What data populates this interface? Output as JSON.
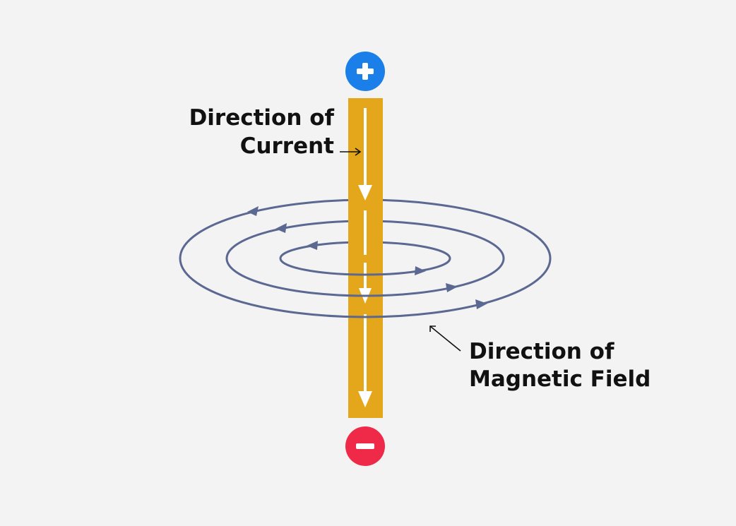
{
  "labels": {
    "current_line1": "Direction of",
    "current_line2": "Current",
    "field_line1": "Direction of",
    "field_line2": "Magnetic Field"
  },
  "terminals": {
    "positive": "+",
    "negative": "−"
  },
  "colors": {
    "background": "#f3f3f3",
    "wire": "#e4a71b",
    "field_lines": "#5b6891",
    "positive": "#1a7fe8",
    "negative": "#ee2a48",
    "current_arrows": "#ffffff"
  },
  "icons": {
    "positive": "plus-terminal-icon",
    "negative": "minus-terminal-icon"
  }
}
